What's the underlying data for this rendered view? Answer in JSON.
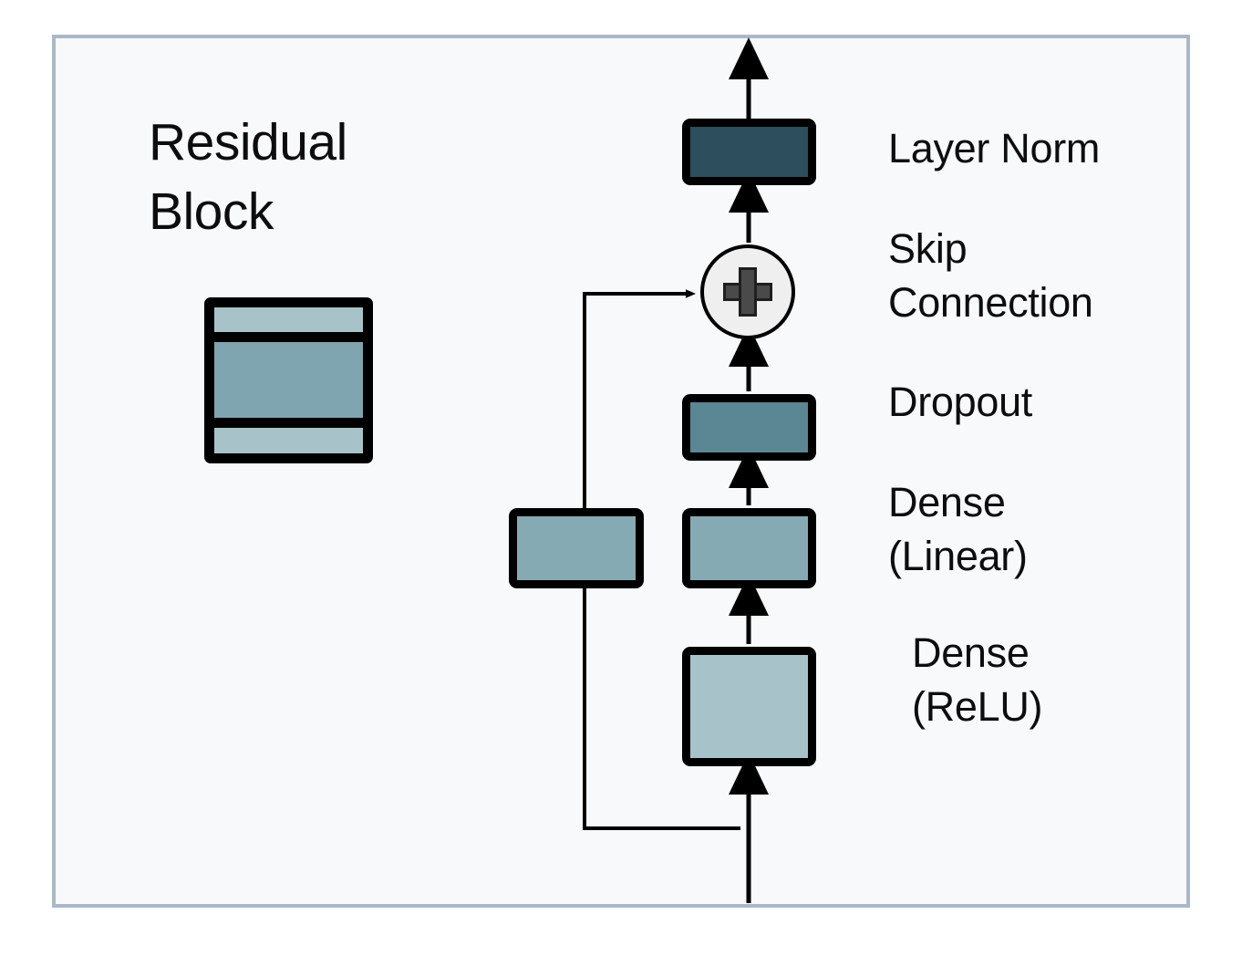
{
  "diagram": {
    "title": "Residual\nBlock",
    "frame": {
      "border_color": "#aab8c8",
      "background_color": "#f7f9fb"
    },
    "legend": {
      "icon_name": "stacked-layers-icon",
      "stripe_colors": [
        "#a8c2c9",
        "#7fa5b0",
        "#a8c2c9"
      ]
    },
    "palette": {
      "layer_norm": "#2d4e5c",
      "dropout": "#5b8693",
      "dense_linear": "#86aab4",
      "dense_relu": "#a8c2c9",
      "outline": "#000000",
      "add_node_fill": "#efefef",
      "plus_glyph": "#4a4a4a"
    },
    "blocks": [
      {
        "id": "layer-norm",
        "label": "Layer Norm",
        "color": "#2d4e5c"
      },
      {
        "id": "add",
        "label": "Skip\nConnection",
        "color": "#efefef",
        "glyph": "plus"
      },
      {
        "id": "dropout",
        "label": "Dropout",
        "color": "#5b8693"
      },
      {
        "id": "dense-linear",
        "label": "Dense\n(Linear)",
        "color": "#86aab4"
      },
      {
        "id": "dense-relu",
        "label": "Dense\n(ReLU)",
        "color": "#a8c2c9"
      },
      {
        "id": "side-dense",
        "label": "",
        "color": "#86aab4"
      }
    ],
    "flow": {
      "input_arrow": "bottom-up-into-dense-relu",
      "output_arrow": "layer-norm-up-out",
      "skip_path": "input-left-up-right-into-add"
    }
  }
}
